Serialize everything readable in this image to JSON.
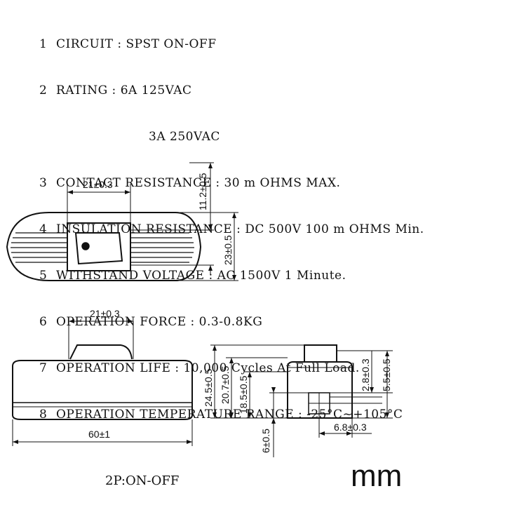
{
  "specs": [
    {
      "num": "1",
      "text": "CIRCUIT : SPST ON-OFF"
    },
    {
      "num": "2",
      "text": "RATING : 6A 125VAC"
    },
    {
      "num": "",
      "text": "3A 250VAC",
      "indent": true
    },
    {
      "num": "3",
      "text": "CONTACT RESISTANCE : 30 m OHMS MAX."
    },
    {
      "num": "4",
      "text": "INSULATION RESISTANCE : DC 500V 100 m OHMS Min."
    },
    {
      "num": "5",
      "text": "WITHSTAND VOLTAGE : AC 1500V 1 Minute."
    },
    {
      "num": "6",
      "text": "OPERATION FORCE : 0.3-0.8KG"
    },
    {
      "num": "7",
      "text": "OPERATION LIFE : 10,000 Cycles At Full Load."
    },
    {
      "num": "8",
      "text": "OPERATION TEMPERATURE RANGE : -25°C~+105°C"
    }
  ],
  "dimensions": {
    "top_width": "21±0.3",
    "top_height_upper": "11.2±0.5",
    "top_height_body": "23±0.5",
    "side_width_button": "21±0.3",
    "side_length": "60±1",
    "end_h1": "24.5±0.5",
    "end_h2": "20.7±0.5",
    "end_h3": "18.5±0.5",
    "end_h4": "2.8±0.3",
    "end_h5": "5.5±0.5",
    "end_w": "6.8±0.3",
    "end_bottom": "6±0.5"
  },
  "footer": {
    "label": "2P:ON-OFF",
    "unit": "mm"
  }
}
